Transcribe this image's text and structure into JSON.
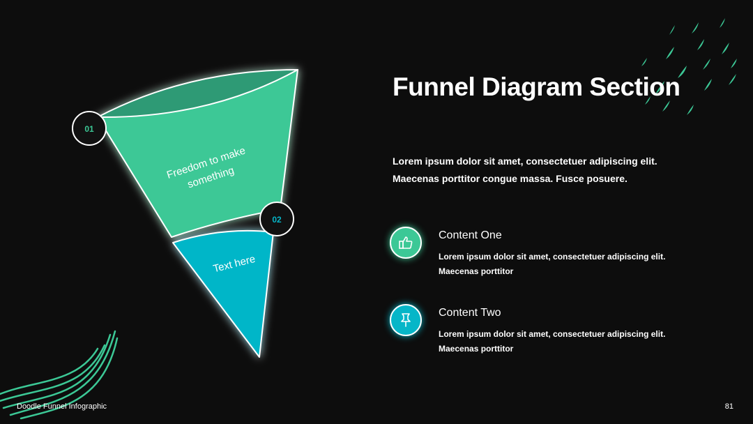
{
  "colors": {
    "background": "#0d0d0d",
    "green": "#3cc896",
    "green_dark": "#2e9a74",
    "cyan": "#06b6c8",
    "badge_fill": "#111111",
    "text": "#ffffff"
  },
  "title": "Funnel Diagram Section",
  "intro": "Lorem ipsum dolor sit amet, consectetuer adipiscing elit. Maecenas porttitor congue massa. Fusce posuere.",
  "funnel": {
    "stages": [
      {
        "number": "01",
        "label_line1": "Freedom to make",
        "label_line2": "something",
        "color": "green"
      },
      {
        "number": "02",
        "label_line1": "Text here",
        "color": "cyan"
      }
    ]
  },
  "items": [
    {
      "title": "Content One",
      "text": "Lorem ipsum dolor sit amet, consectetuer adipiscing elit. Maecenas porttitor",
      "icon": "thumbs-up-icon"
    },
    {
      "title": "Content Two",
      "text": "Lorem ipsum dolor sit amet, consectetuer adipiscing elit. Maecenas porttitor",
      "icon": "push-pin-icon"
    }
  ],
  "footer": {
    "left": "Doodle Funnel Infographic",
    "page_number": "81"
  }
}
